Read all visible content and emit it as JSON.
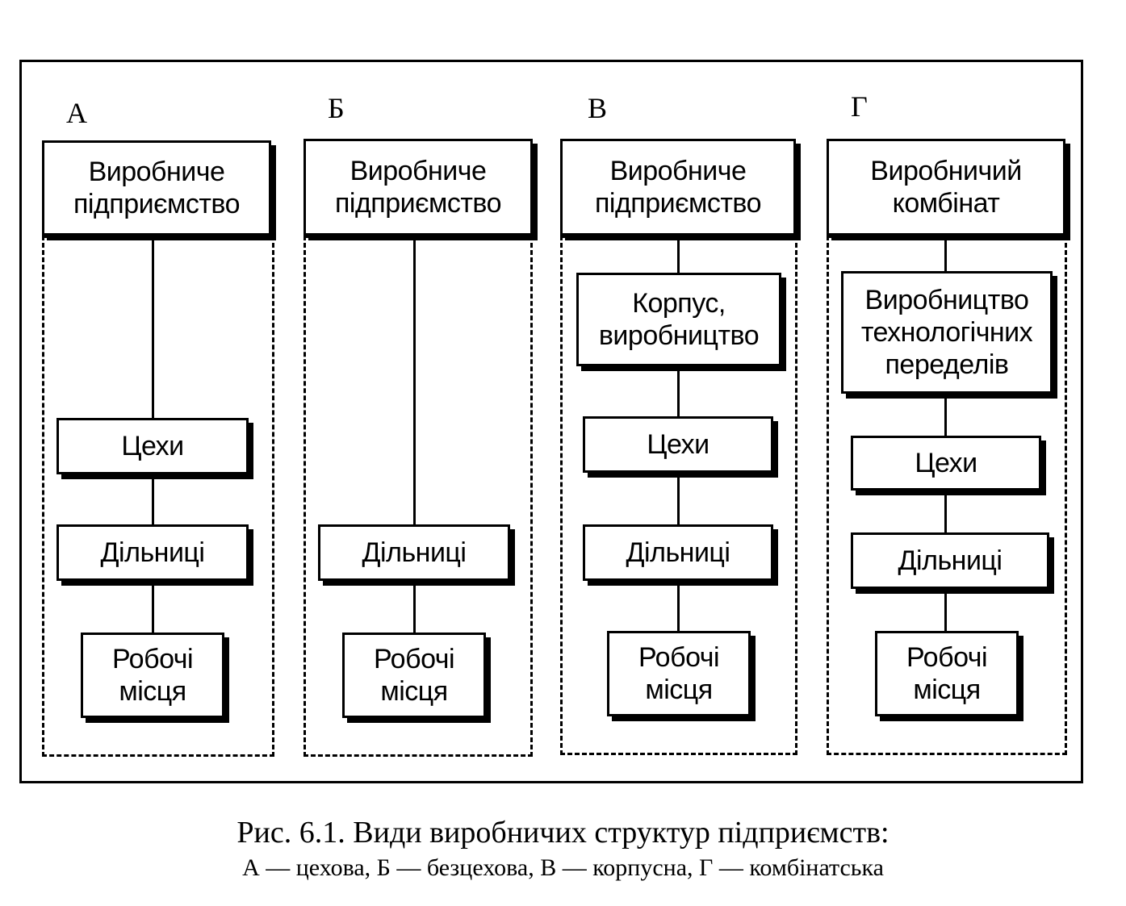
{
  "columns": [
    {
      "letter": "А",
      "top": "Виробниче\nпідприємство",
      "cekhy": "Цехи",
      "dilnytsi": "Дільниці",
      "robochi": "Робочі\nмісця"
    },
    {
      "letter": "Б",
      "top": "Виробниче\nпідприємство",
      "dilnytsi": "Дільниці",
      "robochi": "Робочі\nмісця"
    },
    {
      "letter": "В",
      "top": "Виробниче\nпідприємство",
      "korpus": "Корпус,\nвиробництво",
      "cekhy": "Цехи",
      "dilnytsi": "Дільниці",
      "robochi": "Робочі\nмісця"
    },
    {
      "letter": "Г",
      "top": "Виробничий\nкомбінат",
      "vyrobnytstvo": "Виробництво\nтехнологічних\nпеределів",
      "cekhy": "Цехи",
      "dilnytsi": "Дільниці",
      "robochi": "Робочі\nмісця"
    }
  ],
  "caption": {
    "title": "Рис. 6.1. Види виробничих структур підприємств:",
    "subtitle": "А — цехова, Б — безцехова, В — корпусна, Г — комбінатська"
  }
}
